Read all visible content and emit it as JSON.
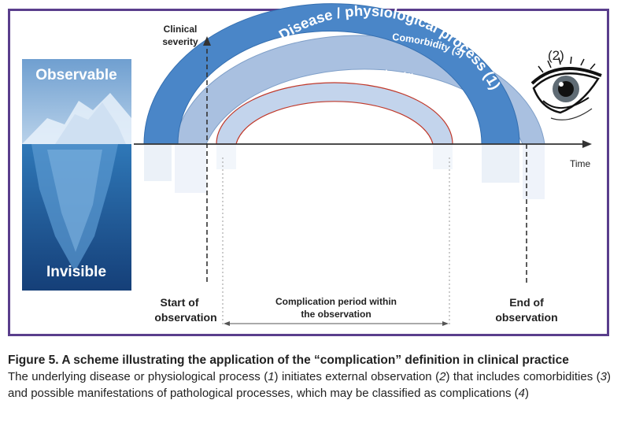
{
  "diagram": {
    "iceberg_top_label": "Observable",
    "iceberg_bottom_label": "Invisible",
    "y_axis_label_line1": "Clinical",
    "y_axis_label_line2": "severity",
    "x_axis_label": "Time",
    "observer_label": "(2)",
    "arc_comorbidity": "Comorbidity (3)",
    "arc_disease": "Disease / physiological process (1)",
    "arc_complication": "Complication (4)",
    "start_label_line1": "Start of",
    "start_label_line2": "observation",
    "end_label_line1": "End of",
    "end_label_line2": "observation",
    "period_label_line1": "Complication period within",
    "period_label_line2": "the observation",
    "colors": {
      "frame": "#5a3e8c",
      "disease_arc": "#4a86c8",
      "comorbidity_arc": "#a9c0e0",
      "complication_arc": "#c3d4ec",
      "complication_edge": "#c0392b",
      "axis": "#333333",
      "iceberg_sky": "#8fb4d8",
      "iceberg_water": "#1f5e9e"
    },
    "icons": [
      "eye-icon",
      "iceberg-image"
    ]
  },
  "caption": {
    "title": "Figure 5. A scheme illustrating the application of the “complication” definition in clinical practice",
    "body_parts": [
      {
        "text": "The underlying disease or physiological process (",
        "italic": false
      },
      {
        "text": "1",
        "italic": true
      },
      {
        "text": ") initiates external observation (",
        "italic": false
      },
      {
        "text": "2",
        "italic": true
      },
      {
        "text": ") that includes comorbidities (",
        "italic": false
      },
      {
        "text": "3",
        "italic": true
      },
      {
        "text": ") and possible manifestations of pathological processes, which may be classified as complications (",
        "italic": false
      },
      {
        "text": "4",
        "italic": true
      },
      {
        "text": ")",
        "italic": false
      }
    ]
  }
}
